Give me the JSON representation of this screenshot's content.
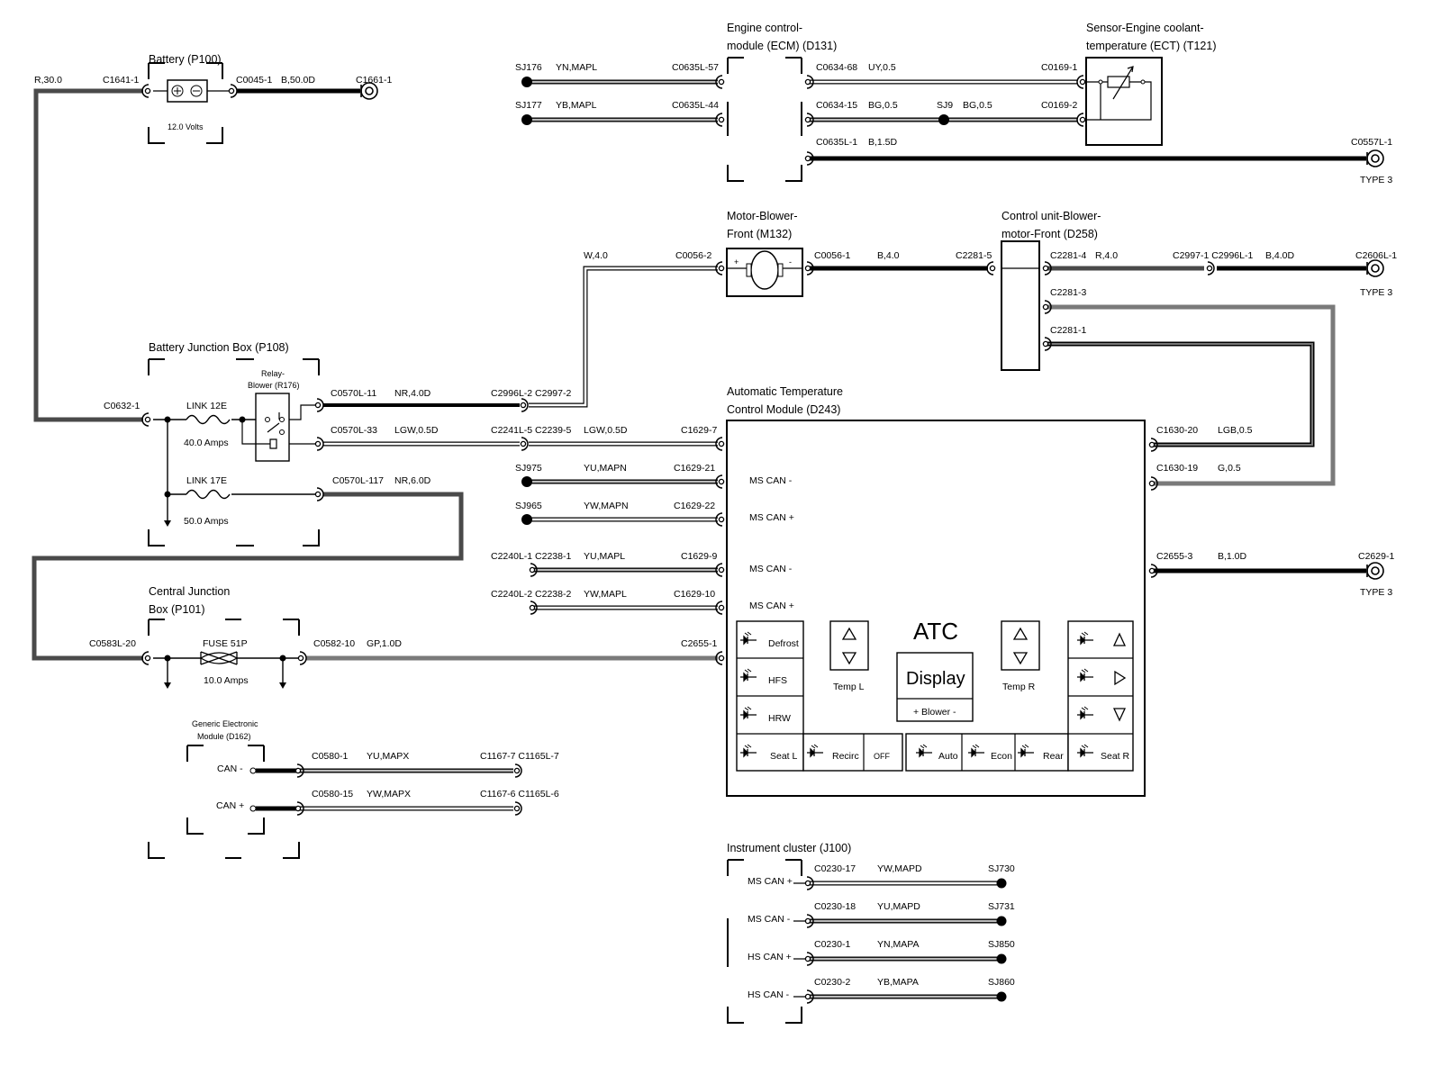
{
  "components": {
    "battery": {
      "title": "Battery (P100)",
      "volts": "12.0 Volts"
    },
    "bjb": {
      "title": "Battery Junction Box (P108)",
      "relay": [
        "Relay-",
        "Blower (R176)"
      ],
      "link12": "LINK 12E",
      "link12_amps": "40.0 Amps",
      "link17": "LINK 17E",
      "link17_amps": "50.0 Amps"
    },
    "cjb": {
      "title": [
        "Central Junction",
        "Box (P101)"
      ],
      "fuse": "FUSE 51P",
      "fuse_amps": "10.0 Amps"
    },
    "gem": {
      "title": [
        "Generic Electronic",
        "Module (D162)"
      ],
      "pins": [
        "CAN -",
        "CAN +"
      ]
    },
    "ecm": {
      "title": [
        "Engine control-",
        "module (ECM) (D131)"
      ]
    },
    "ect": {
      "title": [
        "Sensor-Engine coolant-",
        "temperature (ECT) (T121)"
      ]
    },
    "motor": {
      "title": [
        "Motor-Blower-",
        "Front (M132)"
      ]
    },
    "cu": {
      "title": [
        "Control unit-Blower-",
        "motor-Front (D258)"
      ]
    },
    "atc": {
      "title": [
        "Automatic Temperature",
        "Control Module (D243)"
      ],
      "pins": [
        "MS CAN -",
        "MS CAN +",
        "MS CAN -",
        "MS CAN +"
      ],
      "logo": "ATC",
      "display": "Display",
      "blower": "+ Blower -",
      "temp_l": "Temp L",
      "temp_r": "Temp R",
      "left_btns": [
        "Defrost",
        "HFS",
        "HRW"
      ],
      "bottom_btns": [
        "Seat L",
        "Recirc",
        "OFF",
        "Auto",
        "Econ",
        "Rear",
        "Seat R"
      ]
    },
    "ic": {
      "title": "Instrument cluster (J100)",
      "pins": [
        "MS CAN +",
        "MS CAN -",
        "HS CAN +",
        "HS CAN -"
      ]
    }
  },
  "labels": {
    "bat_r": "R,30.0",
    "bat_c1641": "C1641-1",
    "bat_c0045": "C0045-1",
    "bat_b50": "B,50.0D",
    "bat_c1661": "C1661-1",
    "bjb_c0632": "C0632-1",
    "w1_c": "C0570L-11",
    "w1_w": "NR,4.0D",
    "w1_c2": "C2996L-2 C2997-2",
    "w2_c": "C0570L-33",
    "w2_w": "LGW,0.5D",
    "w2_c2": "C2241L-5 C2239-5",
    "w2_w2": "LGW,0.5D",
    "w2_c3": "C1629-7",
    "w3_c": "C0570L-117",
    "w3_w": "NR,6.0D",
    "w4_c": "C0583L-20",
    "w4_c2": "C0582-10",
    "w4_w": "GP,1.0D",
    "w4_c3": "C2655-1",
    "sj975": "SJ975",
    "sj975_w": "YU,MAPN",
    "sj975_c": "C1629-21",
    "sj965": "SJ965",
    "sj965_w": "YW,MAPN",
    "sj965_c": "C1629-22",
    "c2240_1": "C2240L-1 C2238-1",
    "c2240_1_w": "YU,MAPL",
    "c2240_1_c": "C1629-9",
    "c2240_2": "C2240L-2 C2238-2",
    "c2240_2_w": "YW,MAPL",
    "c2240_2_c": "C1629-10",
    "gem1_c": "C0580-1",
    "gem1_w": "YU,MAPX",
    "gem1_c2": "C1167-7 C1165L-7",
    "gem2_c": "C0580-15",
    "gem2_w": "YW,MAPX",
    "gem2_c2": "C1167-6 C1165L-6",
    "sj176": "SJ176",
    "sj176_w": "YN,MAPL",
    "sj176_c": "C0635L-57",
    "sj177": "SJ177",
    "sj177_w": "YB,MAPL",
    "sj177_c": "C0635L-44",
    "ecm1_c": "C0634-68",
    "ecm1_w": "UY,0.5",
    "ecm1_c2": "C0169-1",
    "ecm2_c": "C0634-15",
    "ecm2_w": "BG,0.5",
    "sj9": "SJ9",
    "sj9_w": "BG,0.5",
    "ecm2_c2": "C0169-2",
    "ecm3_c": "C0635L-1",
    "ecm3_w": "B,1.5D",
    "ecm3_c2": "C0557L-1",
    "type3": "TYPE 3",
    "mot_w": "W,4.0",
    "mot_c": "C0056-2",
    "mot_c2": "C0056-1",
    "mot_w2": "B,4.0",
    "mot_c3": "C2281-5",
    "cu_c1": "C2281-4",
    "cu_w1": "R,4.0",
    "cu_c1b": "C2997-1 C2996L-1",
    "cu_w1b": "B,4.0D",
    "cu_c1c": "C2606L-1",
    "cu_c3": "C2281-3",
    "cu_c2": "C2281-1",
    "atc_r1": "C1630-20",
    "atc_r1w": "LGB,0.5",
    "atc_r2": "C1630-19",
    "atc_r2w": "G,0.5",
    "atc_r3": "C2655-3",
    "atc_r3w": "B,1.0D",
    "atc_r3c": "C2629-1",
    "ic1_c": "C0230-17",
    "ic1_w": "YW,MAPD",
    "ic1_sj": "SJ730",
    "ic2_c": "C0230-18",
    "ic2_w": "YU,MAPD",
    "ic2_sj": "SJ731",
    "ic3_c": "C0230-1",
    "ic3_w": "YN,MAPA",
    "ic3_sj": "SJ850",
    "ic4_c": "C0230-2",
    "ic4_w": "YB,MAPA",
    "ic4_sj": "SJ860"
  }
}
